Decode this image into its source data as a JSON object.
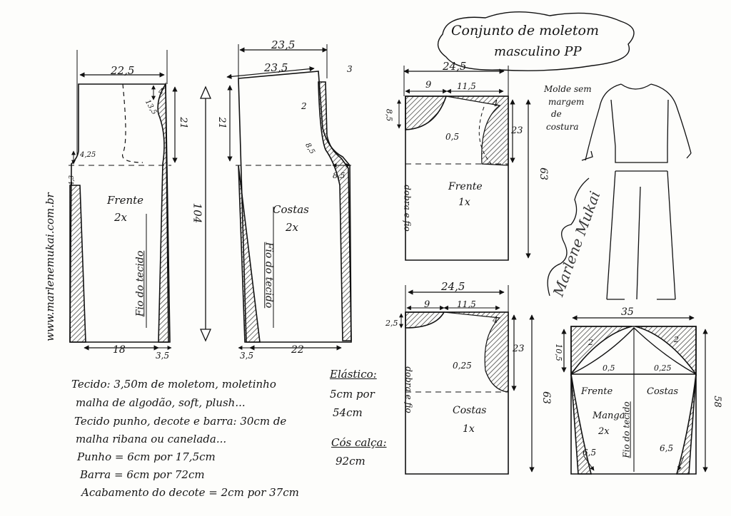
{
  "title": {
    "line1": "Conjunto de moletom",
    "line2": "masculino PP"
  },
  "website": "www.marlenemukai.com.br",
  "note": {
    "l1": "Molde sem",
    "l2": "margem",
    "l3": "de",
    "l4": "costura"
  },
  "trouser_front": {
    "label": "Frente",
    "qty": "2x",
    "grain": "Fio do tecido",
    "top_width": "22,5",
    "bottom_width": "18",
    "bottom_ext": "3,5",
    "dim_4": "4",
    "dim_135": "13,5",
    "dim_21": "21",
    "dim_425": "4,25",
    "dim_43": "4,3",
    "length": "104"
  },
  "trouser_back": {
    "label": "Costas",
    "qty": "2x",
    "grain": "Fio do tecido",
    "top_width_a": "23,5",
    "top_width_b": "23,5",
    "dim_3": "3",
    "dim_2": "2",
    "dim_21": "21",
    "dim_85a": "8,5",
    "dim_85b": "8,5",
    "bottom_width": "22",
    "bottom_ext": "3,5"
  },
  "shirt_front": {
    "label": "Frente",
    "qty": "1x",
    "fold": "dobra e fio",
    "width": "24,5",
    "neck_w": "9",
    "shoulder_w": "11,5",
    "dim_85": "8,5",
    "dim_4": "4",
    "dim_05": "0,5",
    "armhole": "23",
    "length": "63"
  },
  "shirt_back": {
    "label": "Costas",
    "qty": "1x",
    "fold": "dobra e fio",
    "width": "24,5",
    "neck_w": "9",
    "shoulder_w": "11,5",
    "dim_25": "2,5",
    "dim_4": "4",
    "dim_025": "0,25",
    "armhole": "23",
    "length": "63"
  },
  "sleeve": {
    "front": "Frente",
    "back": "Costas",
    "label": "Manga",
    "qty": "2x",
    "grain": "Fio do tecido",
    "width": "35",
    "cap": "10,5",
    "dim_2a": "2",
    "dim_2b": "2",
    "dim_05": "0,5",
    "dim_025": "0,25",
    "length": "58",
    "cuff_a": "6,5",
    "cuff_b": "6,5"
  },
  "materials": {
    "l1": "Tecido: 3,50m de moletom, moletinho",
    "l2": "malha de algodão, soft, plush...",
    "l3": "Tecido punho, decote e barra: 30cm de",
    "l4": "malha ribana ou canelada...",
    "l5": "Punho = 6cm por 17,5cm",
    "l6": "Barra = 6cm por 72cm",
    "l7": "Acabamento do decote = 2cm por 37cm"
  },
  "elastic": {
    "l1": "Elástico:",
    "l2": "5cm por",
    "l3": "54cm"
  },
  "waist": {
    "l1": "Cós calça:",
    "l2": "92cm"
  },
  "signature": "Marlene Mukai"
}
